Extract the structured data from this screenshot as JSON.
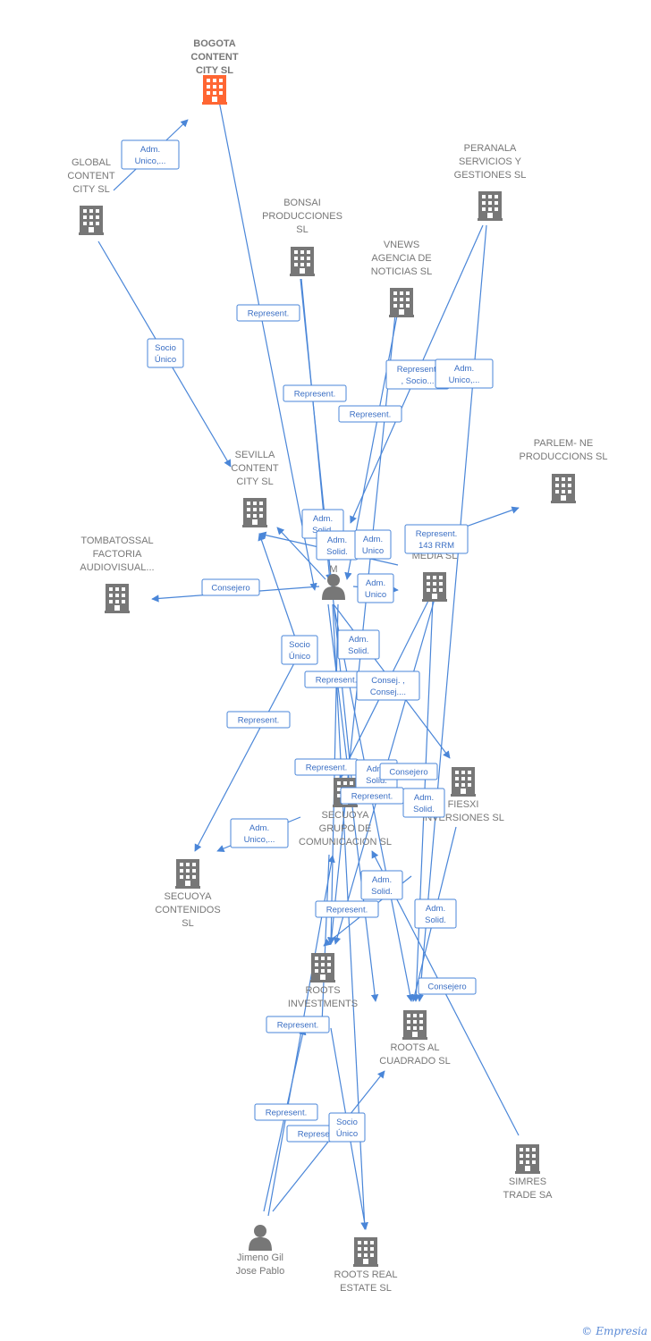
{
  "colors": {
    "edge": "#4a86d8",
    "building": "#777777",
    "highlight": "#ff6633",
    "person": "#777777"
  },
  "nodes": [
    {
      "id": "bogota",
      "kind": "building",
      "highlight": true,
      "lines": [
        "BOGOTA",
        "CONTENT",
        "CITY  SL"
      ]
    },
    {
      "id": "global",
      "kind": "building",
      "lines": [
        "GLOBAL",
        "CONTENT",
        "CITY  SL"
      ]
    },
    {
      "id": "bonsai",
      "kind": "building",
      "lines": [
        "BONSAI",
        "PRODUCCIONES",
        "SL"
      ]
    },
    {
      "id": "vnews",
      "kind": "building",
      "lines": [
        "VNEWS",
        "AGENCIA DE",
        "NOTICIAS SL"
      ]
    },
    {
      "id": "peranala",
      "kind": "building",
      "lines": [
        "PERANALA",
        "SERVICIOS Y",
        "GESTIONES SL"
      ]
    },
    {
      "id": "parlem",
      "kind": "building",
      "lines": [
        "PARLEM- NE",
        "PRODUCCIONS SL"
      ]
    },
    {
      "id": "sevilla",
      "kind": "building",
      "lines": [
        "SEVILLA",
        "CONTENT",
        "CITY  SL"
      ]
    },
    {
      "id": "tombatossal",
      "kind": "building",
      "lines": [
        "TOMBATOSSAL",
        "FACTORIA",
        "AUDIOVISUAL..."
      ]
    },
    {
      "id": "media",
      "kind": "building",
      "lines": [
        "SP            P",
        "C",
        "MEDIA SL"
      ]
    },
    {
      "id": "person_main",
      "kind": "person",
      "lines": [
        "M"
      ]
    },
    {
      "id": "fiesxi",
      "kind": "building",
      "lines": [
        "FIESXI",
        "INVERSIONES SL"
      ]
    },
    {
      "id": "secuoya_grupo",
      "kind": "building",
      "lines": [
        "SECUOYA",
        "GRUPO DE",
        "COMUNICACION SL"
      ]
    },
    {
      "id": "secuoya_cont",
      "kind": "building",
      "lines": [
        "SECUOYA",
        "CONTENIDOS",
        "SL"
      ]
    },
    {
      "id": "roots_inv",
      "kind": "building",
      "lines": [
        "ROOTS",
        "INVESTMENTS"
      ]
    },
    {
      "id": "roots_al",
      "kind": "building",
      "lines": [
        "ROOTS AL",
        "CUADRADO  SL"
      ]
    },
    {
      "id": "simres",
      "kind": "building",
      "lines": [
        "SIMRES",
        "TRADE SA"
      ]
    },
    {
      "id": "jimeno",
      "kind": "person",
      "lines": [
        "Jimeno Gil",
        "Jose Pablo"
      ]
    },
    {
      "id": "roots_real",
      "kind": "building",
      "lines": [
        "ROOTS REAL",
        "ESTATE  SL"
      ]
    }
  ],
  "edge_labels": [
    {
      "id": "l1",
      "lines": [
        "Adm.",
        "Unico,..."
      ]
    },
    {
      "id": "l2",
      "lines": [
        "Socio",
        "Único"
      ]
    },
    {
      "id": "l3",
      "lines": [
        "Represent."
      ]
    },
    {
      "id": "l4",
      "lines": [
        "Represent."
      ]
    },
    {
      "id": "l5",
      "lines": [
        "Represent."
      ]
    },
    {
      "id": "l6",
      "lines": [
        "Represent.",
        ", Socio..."
      ]
    },
    {
      "id": "l7",
      "lines": [
        "Adm.",
        "Unico,..."
      ]
    },
    {
      "id": "l8",
      "lines": [
        "Adm.",
        "Solid."
      ]
    },
    {
      "id": "l9",
      "lines": [
        "Adm.",
        "Solid."
      ]
    },
    {
      "id": "l10",
      "lines": [
        "Adm.",
        "Unico"
      ]
    },
    {
      "id": "l11",
      "lines": [
        "Represent.",
        "143 RRM"
      ]
    },
    {
      "id": "l12",
      "lines": [
        "Adm.",
        "Unico"
      ]
    },
    {
      "id": "l13",
      "lines": [
        "Consejero"
      ]
    },
    {
      "id": "l14",
      "lines": [
        "Socio",
        "Único"
      ]
    },
    {
      "id": "l15",
      "lines": [
        "Adm.",
        "Solid."
      ]
    },
    {
      "id": "l16",
      "lines": [
        "Represent."
      ]
    },
    {
      "id": "l17",
      "lines": [
        "Consej. ,",
        "Consej...."
      ]
    },
    {
      "id": "l18",
      "lines": [
        "Represent."
      ]
    },
    {
      "id": "l19",
      "lines": [
        "Represent."
      ]
    },
    {
      "id": "l20",
      "lines": [
        "Adm.",
        "Solid."
      ]
    },
    {
      "id": "l21",
      "lines": [
        "Consejero"
      ]
    },
    {
      "id": "l22",
      "lines": [
        "Represent."
      ]
    },
    {
      "id": "l23",
      "lines": [
        "Adm.",
        "Solid."
      ]
    },
    {
      "id": "l24",
      "lines": [
        "Adm.",
        "Unico,..."
      ]
    },
    {
      "id": "l25",
      "lines": [
        "Adm.",
        "Solid."
      ]
    },
    {
      "id": "l26",
      "lines": [
        "Represent."
      ]
    },
    {
      "id": "l27",
      "lines": [
        "Adm.",
        "Solid."
      ]
    },
    {
      "id": "l28",
      "lines": [
        "Consejero"
      ]
    },
    {
      "id": "l29",
      "lines": [
        "Represent."
      ]
    },
    {
      "id": "l30",
      "lines": [
        "Represent."
      ]
    },
    {
      "id": "l31",
      "lines": [
        "Represent."
      ]
    },
    {
      "id": "l32",
      "lines": [
        "Socio",
        "Único"
      ]
    }
  ],
  "footer": {
    "copyright": "©",
    "brand": "Empresia"
  }
}
